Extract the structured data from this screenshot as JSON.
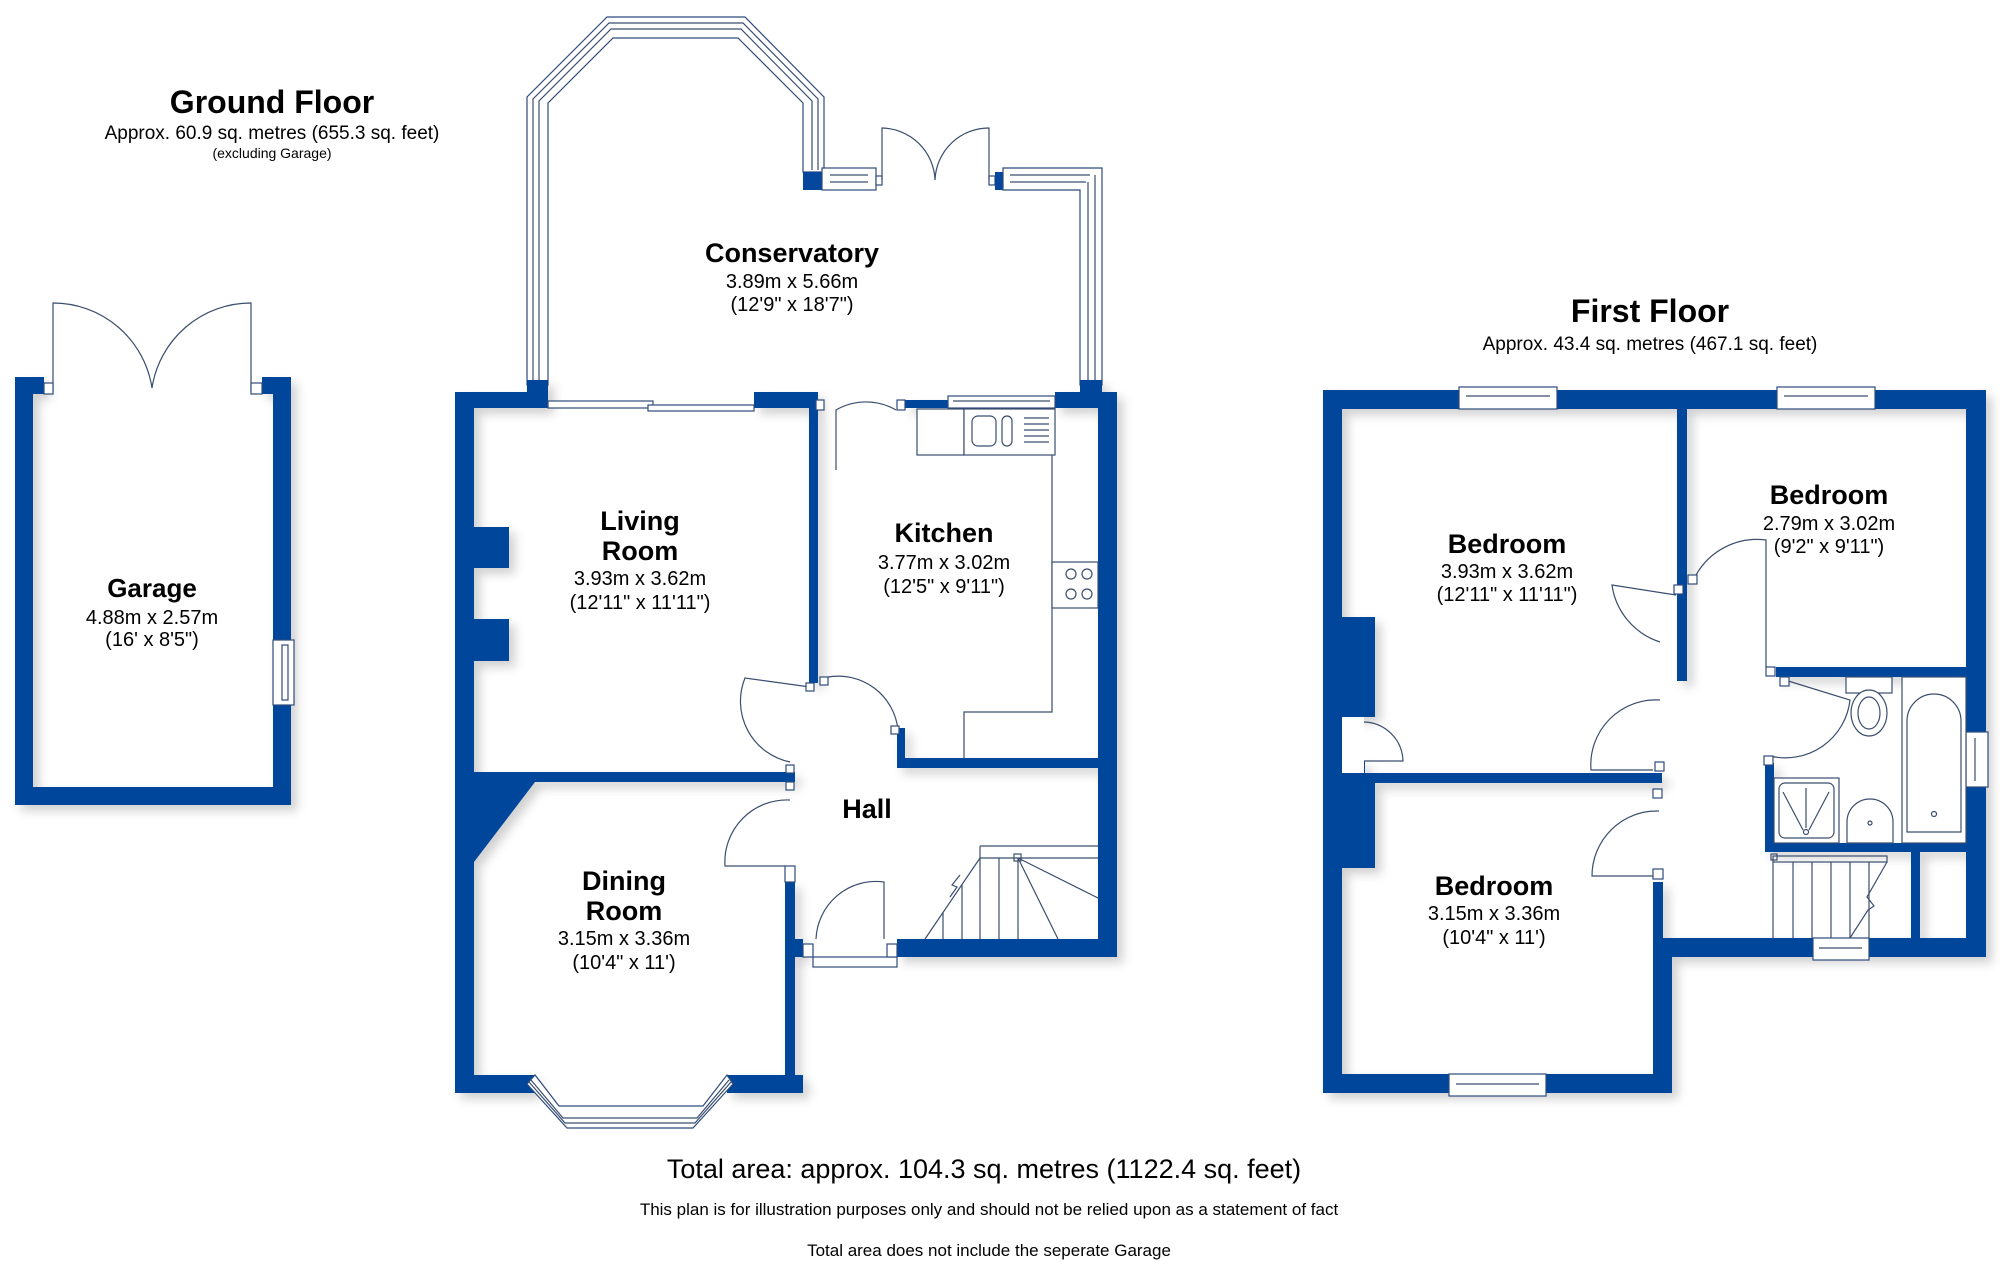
{
  "ground_floor": {
    "title": "Ground Floor",
    "area": "Approx. 60.9 sq. metres (655.3 sq. feet)",
    "note": "(excluding Garage)",
    "rooms": [
      {
        "name": "Conservatory",
        "metric": "3.89m x 5.66m",
        "imperial": "(12'9\" x 18'7\")"
      },
      {
        "name_line1": "Living",
        "name_line2": "Room",
        "metric": "3.93m x 3.62m",
        "imperial": "(12'11\" x 11'11\")"
      },
      {
        "name": "Kitchen",
        "metric": "3.77m x 3.02m",
        "imperial": "(12'5\" x 9'11\")"
      },
      {
        "name": "Hall"
      },
      {
        "name_line1": "Dining",
        "name_line2": "Room",
        "metric": "3.15m x 3.36m",
        "imperial": "(10'4\" x 11')"
      }
    ]
  },
  "garage": {
    "name": "Garage",
    "metric": "4.88m x 2.57m",
    "imperial": "(16' x 8'5\")"
  },
  "first_floor": {
    "title": "First Floor",
    "area": "Approx. 43.4 sq. metres (467.1 sq. feet)",
    "rooms": [
      {
        "name": "Bedroom",
        "metric": "3.93m x 3.62m",
        "imperial": "(12'11\" x 11'11\")"
      },
      {
        "name": "Bedroom",
        "metric": "2.79m x 3.02m",
        "imperial": "(9'2\" x 9'11\")"
      },
      {
        "name": "Bedroom",
        "metric": "3.15m x 3.36m",
        "imperial": "(10'4\" x 11')"
      }
    ]
  },
  "footer": {
    "total_area": "Total area: approx. 104.3 sq. metres (1122.4 sq. feet)",
    "disclaimer": "This plan is for illustration purposes only and should not be relied upon as a statement of fact",
    "garage_note": "Total area does not include the seperate Garage"
  },
  "colors": {
    "wall": "#05479c",
    "background": "#ffffff",
    "text": "#000000"
  }
}
